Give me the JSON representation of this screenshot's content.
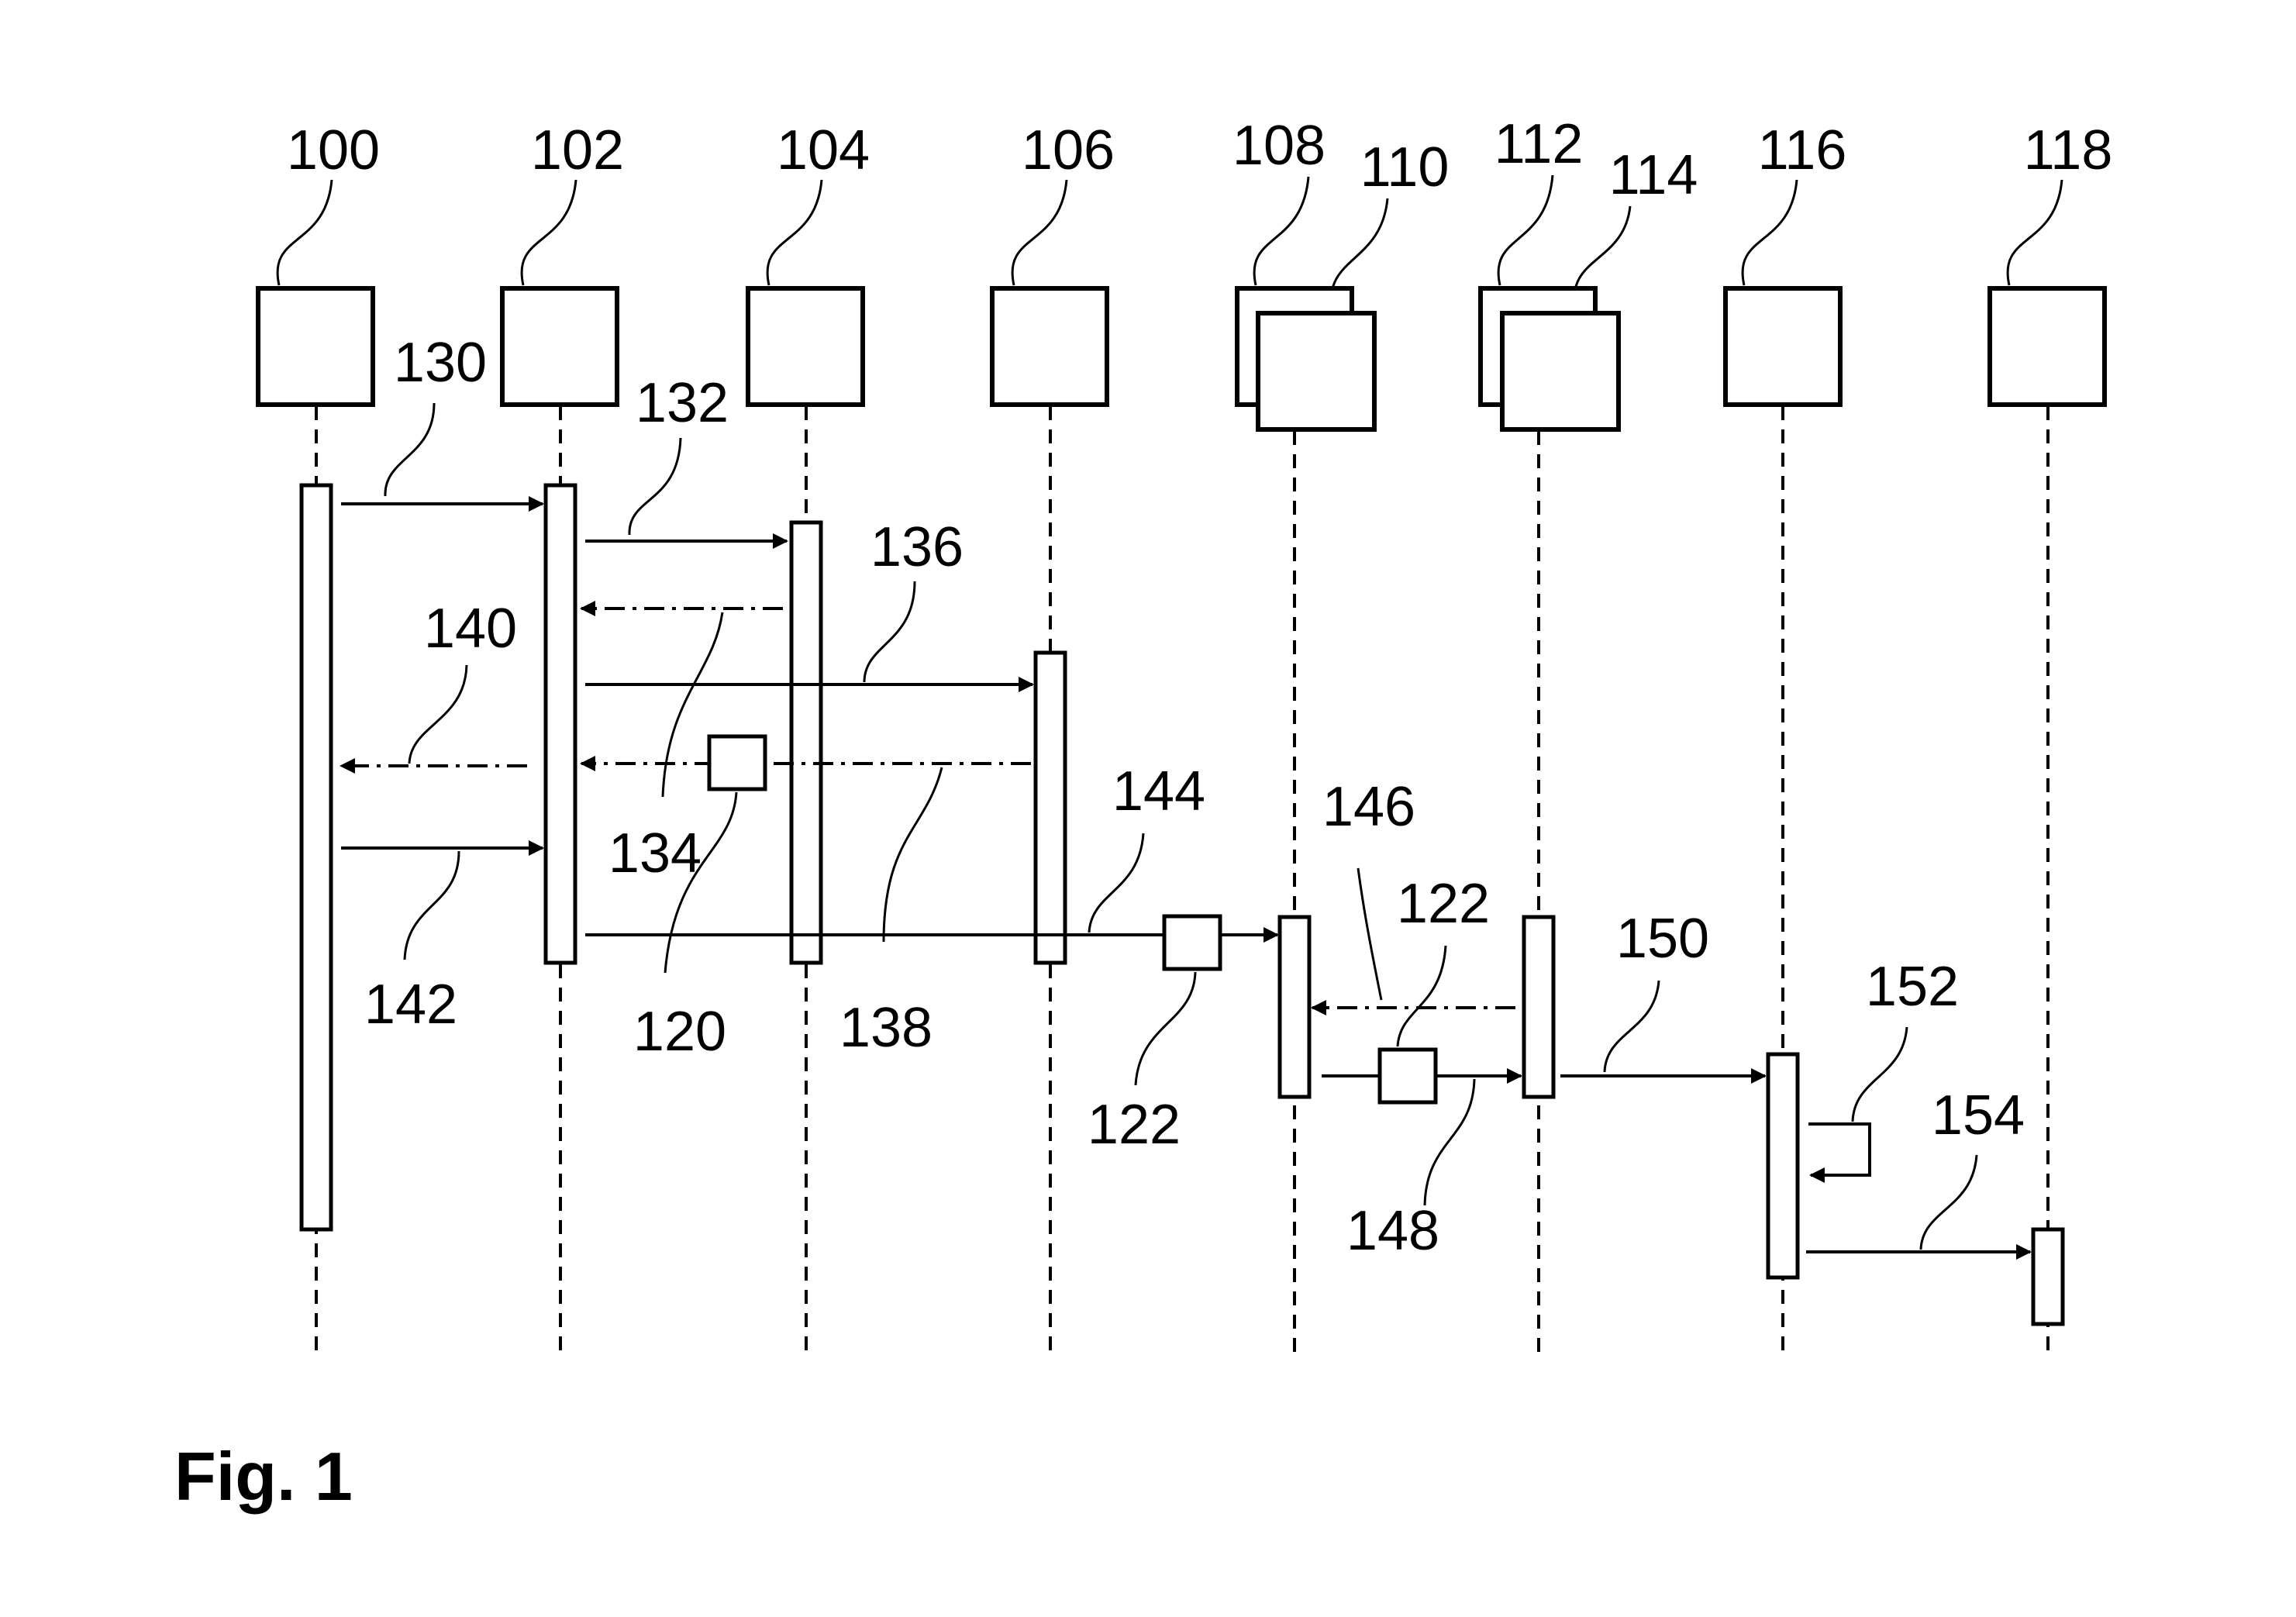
{
  "participants": [
    {
      "id": "p100",
      "label": "100"
    },
    {
      "id": "p102",
      "label": "102"
    },
    {
      "id": "p104",
      "label": "104"
    },
    {
      "id": "p106",
      "label": "106"
    },
    {
      "id": "p108",
      "label": "108"
    },
    {
      "id": "p110",
      "label": "110"
    },
    {
      "id": "p112",
      "label": "112"
    },
    {
      "id": "p114",
      "label": "114"
    },
    {
      "id": "p116",
      "label": "116"
    },
    {
      "id": "p118",
      "label": "118"
    }
  ],
  "messages": [
    {
      "id": "m130",
      "label": "130",
      "style": "solid"
    },
    {
      "id": "m132",
      "label": "132",
      "style": "solid"
    },
    {
      "id": "m134",
      "label": "134",
      "style": "dash-dot"
    },
    {
      "id": "m136",
      "label": "136",
      "style": "solid"
    },
    {
      "id": "m138",
      "label": "138",
      "style": "dash-dot"
    },
    {
      "id": "m140",
      "label": "140",
      "style": "dash-dot"
    },
    {
      "id": "m142",
      "label": "142",
      "style": "solid"
    },
    {
      "id": "m144",
      "label": "144",
      "style": "solid"
    },
    {
      "id": "m146",
      "label": "146",
      "style": "dash-dot"
    },
    {
      "id": "m148",
      "label": "148",
      "style": "solid"
    },
    {
      "id": "m150",
      "label": "150",
      "style": "solid"
    },
    {
      "id": "m152",
      "label": "152",
      "style": "solid"
    },
    {
      "id": "m154",
      "label": "154",
      "style": "solid"
    }
  ],
  "tokens": [
    {
      "id": "t120",
      "label": "120"
    },
    {
      "id": "t122a",
      "label": "122"
    },
    {
      "id": "t122b",
      "label": "122"
    }
  ],
  "figure_label": "Fig. 1"
}
